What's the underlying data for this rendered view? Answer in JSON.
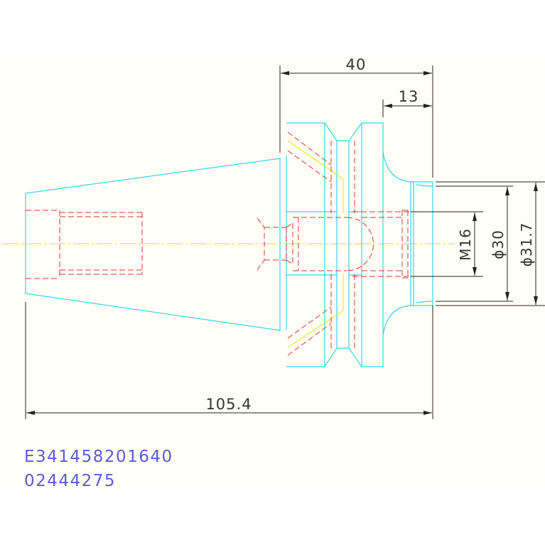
{
  "colors": {
    "background": "#fffff8",
    "outline": "#33d6e8",
    "hidden": "#e03030",
    "centerline": "#e8e000",
    "dimension": "#222222",
    "codes": "#5b5bd6"
  },
  "dimensions": {
    "total_length": "105.4",
    "flange_length": "40",
    "collar_length": "13",
    "thread": "M16",
    "diameter_inner": "ϕ30",
    "diameter_outer": "ϕ31.7"
  },
  "codes": {
    "part_code": "E341458201640",
    "order_number": "02444275"
  }
}
